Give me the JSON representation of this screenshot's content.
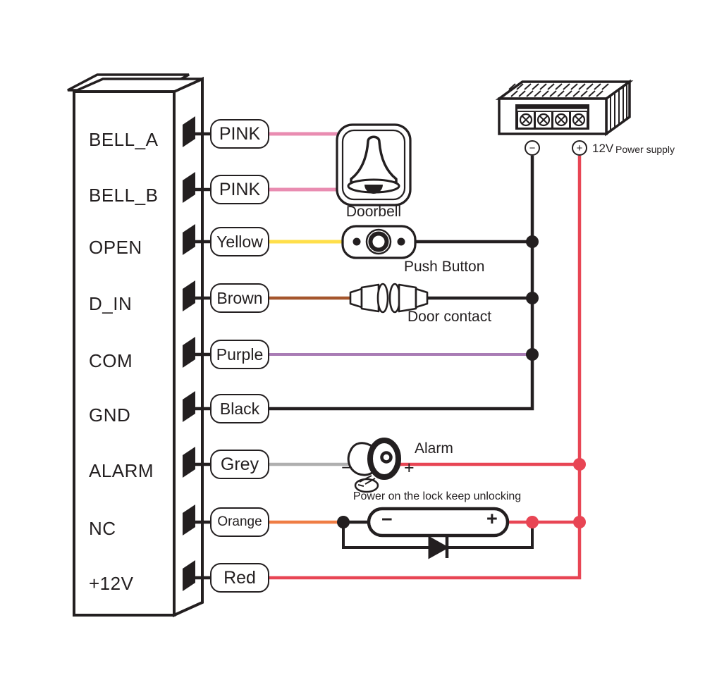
{
  "colors": {
    "ink": "#231F20",
    "pink": "#E98CB1",
    "yellow": "#FFDF4A",
    "brown": "#A5562D",
    "purple": "#A97CB5",
    "black": "#231F20",
    "grey": "#AFAFAF",
    "orange": "#EF7D44",
    "red": "#E84554"
  },
  "device": {
    "terminals": [
      {
        "label": "BELL_A",
        "wire_label": "PINK",
        "wire_color": "#E98CB1"
      },
      {
        "label": "BELL_B",
        "wire_label": "PINK",
        "wire_color": "#E98CB1"
      },
      {
        "label": "OPEN",
        "wire_label": "Yellow",
        "wire_color": "#FFDF4A"
      },
      {
        "label": "D_IN",
        "wire_label": "Brown",
        "wire_color": "#A5562D"
      },
      {
        "label": "COM",
        "wire_label": "Purple",
        "wire_color": "#A97CB5"
      },
      {
        "label": "GND",
        "wire_label": "Black",
        "wire_color": "#231F20"
      },
      {
        "label": "ALARM",
        "wire_label": "Grey",
        "wire_color": "#AFAFAF"
      },
      {
        "label": "NC",
        "wire_label": "Orange",
        "wire_color": "#EF7D44"
      },
      {
        "label": "+12V",
        "wire_label": "Red",
        "wire_color": "#E84554"
      }
    ]
  },
  "components": {
    "doorbell": {
      "caption": "Doorbell"
    },
    "push_button": {
      "caption": "Push Button"
    },
    "door_contact": {
      "caption": "Door contact"
    },
    "alarm": {
      "caption": "Alarm",
      "minus": "−",
      "plus": "+"
    },
    "lock": {
      "note": "Power on the lock keep unlocking",
      "minus": "−",
      "plus": "+"
    },
    "power_supply": {
      "minus": "−",
      "plus": "+",
      "voltage": "12V",
      "label": "Power supply"
    }
  }
}
